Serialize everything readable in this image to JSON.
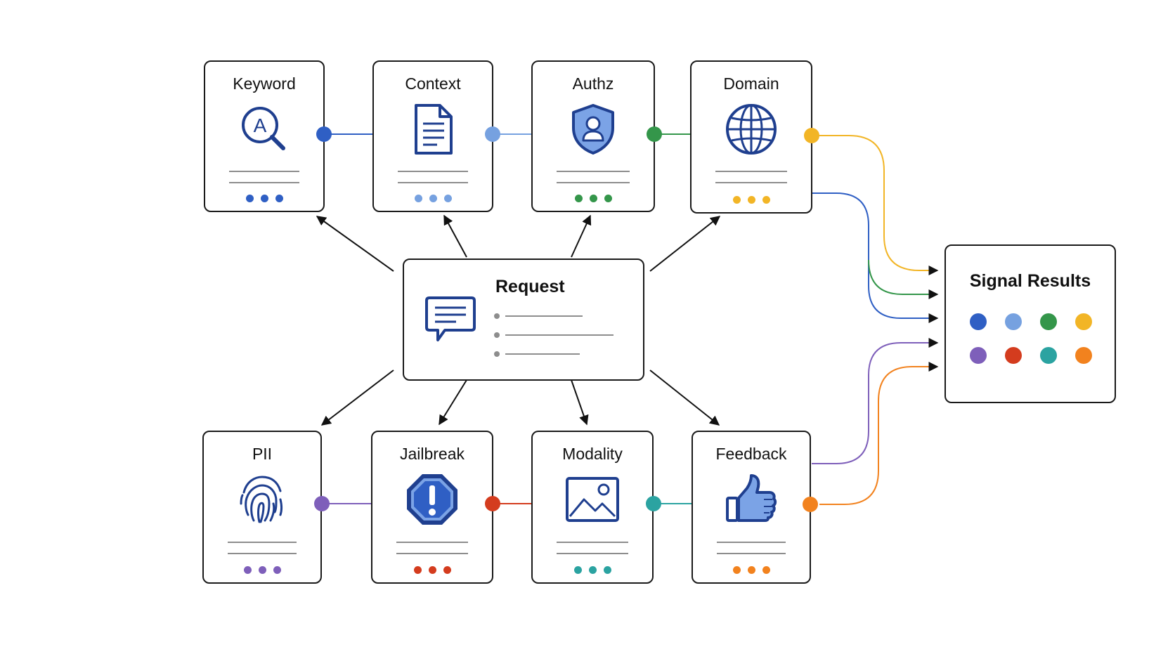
{
  "colors": {
    "blue": "#2f5fc4",
    "light_blue": "#76a1e0",
    "green": "#34964a",
    "yellow": "#f2b526",
    "purple": "#7e5fba",
    "red": "#d43c1e",
    "teal": "#2ba3a1",
    "orange": "#f2821e",
    "icon_navy": "#1f3f8f",
    "icon_fill": "#7ba3e6"
  },
  "request": {
    "title": "Request",
    "icon": "chat-bubble-icon"
  },
  "signals": [
    {
      "id": "keyword",
      "title": "Keyword",
      "icon": "magnifier-letter-a-icon",
      "color": "blue"
    },
    {
      "id": "context",
      "title": "Context",
      "icon": "document-icon",
      "color": "light_blue"
    },
    {
      "id": "authz",
      "title": "Authz",
      "icon": "shield-user-icon",
      "color": "green"
    },
    {
      "id": "domain",
      "title": "Domain",
      "icon": "globe-icon",
      "color": "yellow"
    },
    {
      "id": "pii",
      "title": "PII",
      "icon": "fingerprint-icon",
      "color": "purple"
    },
    {
      "id": "jailbreak",
      "title": "Jailbreak",
      "icon": "warning-octagon-icon",
      "color": "red"
    },
    {
      "id": "modality",
      "title": "Modality",
      "icon": "image-icon",
      "color": "teal"
    },
    {
      "id": "feedback",
      "title": "Feedback",
      "icon": "thumbs-up-icon",
      "color": "orange"
    }
  ],
  "results": {
    "title": "Signal Results",
    "dots": [
      "blue",
      "light_blue",
      "green",
      "yellow",
      "purple",
      "red",
      "teal",
      "orange"
    ]
  }
}
